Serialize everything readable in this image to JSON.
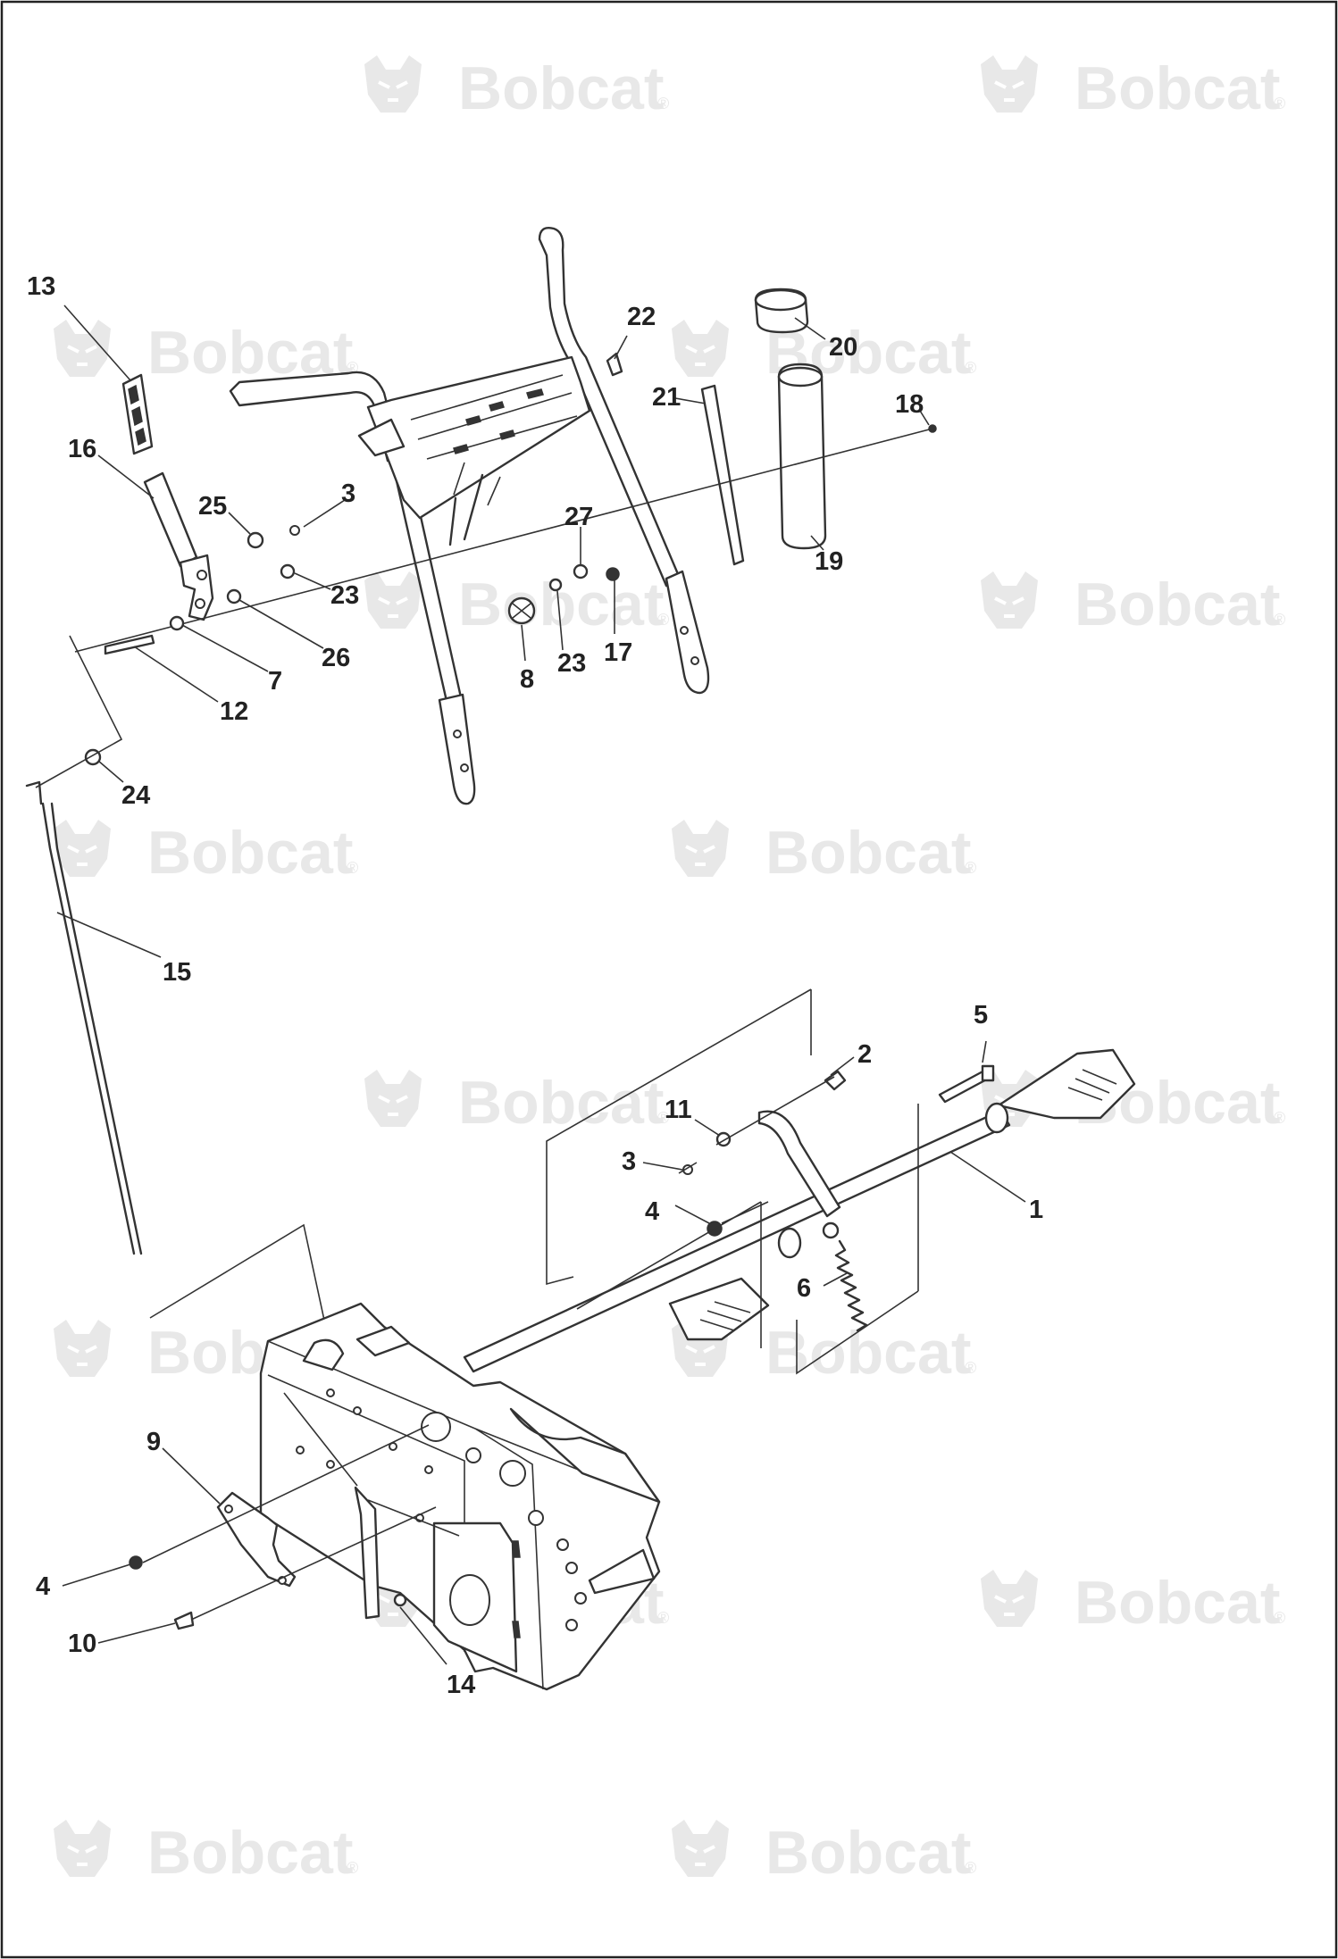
{
  "watermark": {
    "brand": "Bobcat",
    "reg": "®",
    "color": "#e8e8e8",
    "icon": "bobcat-head-logo"
  },
  "labels": [
    {
      "id": "13",
      "text": "13"
    },
    {
      "id": "16",
      "text": "16"
    },
    {
      "id": "25",
      "text": "25"
    },
    {
      "id": "3a",
      "text": "3"
    },
    {
      "id": "23a",
      "text": "23"
    },
    {
      "id": "26",
      "text": "26"
    },
    {
      "id": "7",
      "text": "7"
    },
    {
      "id": "12",
      "text": "12"
    },
    {
      "id": "24",
      "text": "24"
    },
    {
      "id": "15",
      "text": "15"
    },
    {
      "id": "8",
      "text": "8"
    },
    {
      "id": "23b",
      "text": "23"
    },
    {
      "id": "17",
      "text": "17"
    },
    {
      "id": "27",
      "text": "27"
    },
    {
      "id": "22",
      "text": "22"
    },
    {
      "id": "21",
      "text": "21"
    },
    {
      "id": "20",
      "text": "20"
    },
    {
      "id": "18",
      "text": "18"
    },
    {
      "id": "19",
      "text": "19"
    },
    {
      "id": "5",
      "text": "5"
    },
    {
      "id": "2",
      "text": "2"
    },
    {
      "id": "11",
      "text": "11"
    },
    {
      "id": "3b",
      "text": "3"
    },
    {
      "id": "4a",
      "text": "4"
    },
    {
      "id": "1",
      "text": "1"
    },
    {
      "id": "6",
      "text": "6"
    },
    {
      "id": "9",
      "text": "9"
    },
    {
      "id": "4b",
      "text": "4"
    },
    {
      "id": "10",
      "text": "10"
    },
    {
      "id": "14",
      "text": "14"
    }
  ]
}
